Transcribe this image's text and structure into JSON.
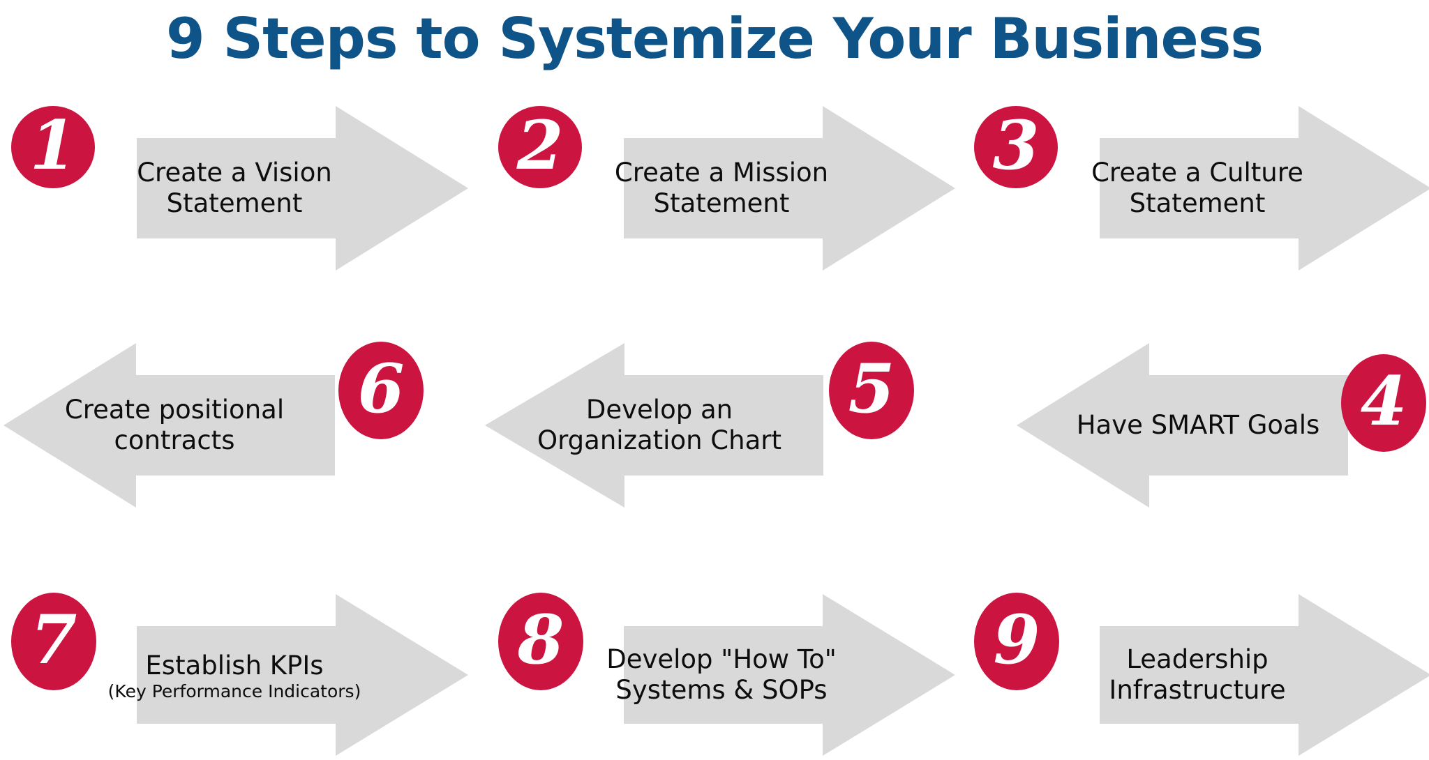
{
  "page": {
    "title": "9 Steps to Systemize Your Business",
    "background_color": "#FFFFFF",
    "title_color": "#0F5488",
    "badge_color": "#CC1440",
    "arrow_color": "#D9D9D9",
    "label_color": "#0D0D0D"
  },
  "steps": [
    {
      "number": "1",
      "line1": "Create a Vision",
      "line2": "Statement",
      "sub": "",
      "direction": "right",
      "row": 1
    },
    {
      "number": "2",
      "line1": "Create a Mission",
      "line2": "Statement",
      "sub": "",
      "direction": "right",
      "row": 1
    },
    {
      "number": "3",
      "line1": "Create a Culture",
      "line2": "Statement",
      "sub": "",
      "direction": "right",
      "row": 1
    },
    {
      "number": "4",
      "line1": "Have SMART Goals",
      "line2": "",
      "sub": "",
      "direction": "left",
      "row": 2
    },
    {
      "number": "5",
      "line1": "Develop an",
      "line2": "Organization Chart",
      "sub": "",
      "direction": "left",
      "row": 2
    },
    {
      "number": "6",
      "line1": "Create positional",
      "line2": "contracts",
      "sub": "",
      "direction": "left",
      "row": 2
    },
    {
      "number": "7",
      "line1": "Establish KPIs",
      "line2": "",
      "sub": "(Key Performance Indicators)",
      "direction": "right",
      "row": 3
    },
    {
      "number": "8",
      "line1": "Develop \"How To\"",
      "line2": "Systems & SOPs",
      "sub": "",
      "direction": "right",
      "row": 3
    },
    {
      "number": "9",
      "line1": "Leadership",
      "line2": "Infrastructure",
      "sub": "",
      "direction": "right",
      "row": 3
    }
  ]
}
